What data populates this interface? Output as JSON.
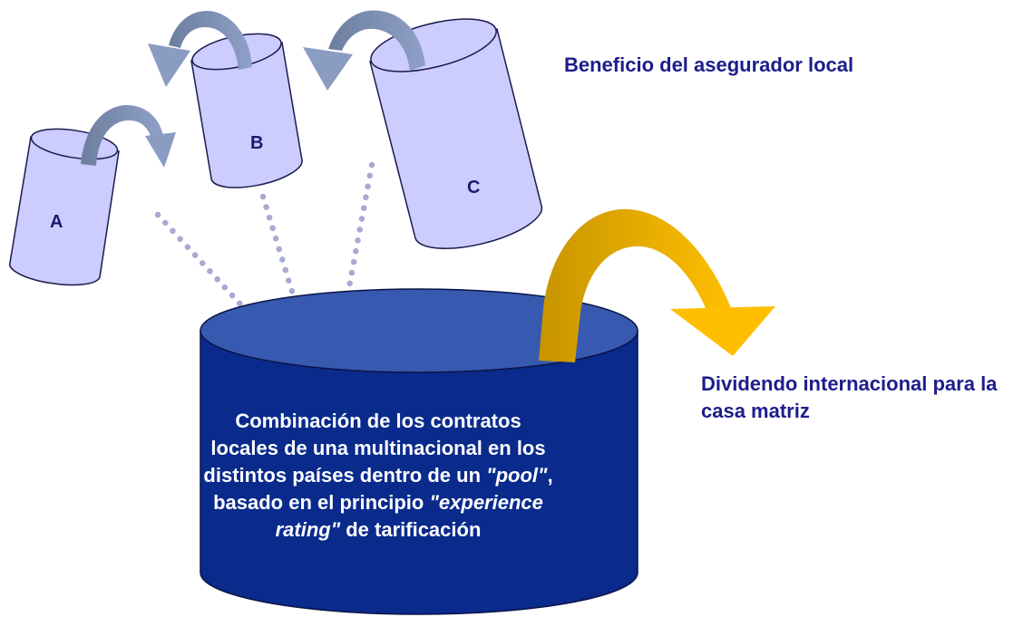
{
  "colors": {
    "small_cylinder_fill": "#ccccff",
    "small_cylinder_stroke": "#1a1a4e",
    "gray_arrow": "#8a9cc2",
    "gray_arrow_dark": "#6d7f9e",
    "pool_fill": "#0a2a8c",
    "pool_top": "#3759b0",
    "pool_stroke": "#0a1446",
    "gold_arrow": "#ffbf00",
    "gold_arrow_dark": "#c79400",
    "dotted_line": "#a6abd1",
    "caption_text": "#1d1d8c",
    "pool_text": "#ffffff"
  },
  "cylinders": [
    {
      "id": "A",
      "label": "A"
    },
    {
      "id": "B",
      "label": "B"
    },
    {
      "id": "C",
      "label": "C"
    }
  ],
  "captions": {
    "local_insurer_benefit": "Beneficio del asegurador local",
    "international_dividend": "Dividendo internacional para la casa matriz"
  },
  "pool": {
    "text_part1": "Combinación de los contratos locales de una multinacional en los distintos países dentro de un ",
    "text_pool": "\"pool\"",
    "text_part2": ", basado en el principio ",
    "text_rating": "\"experience rating\"",
    "text_part3": " de tarificación"
  }
}
